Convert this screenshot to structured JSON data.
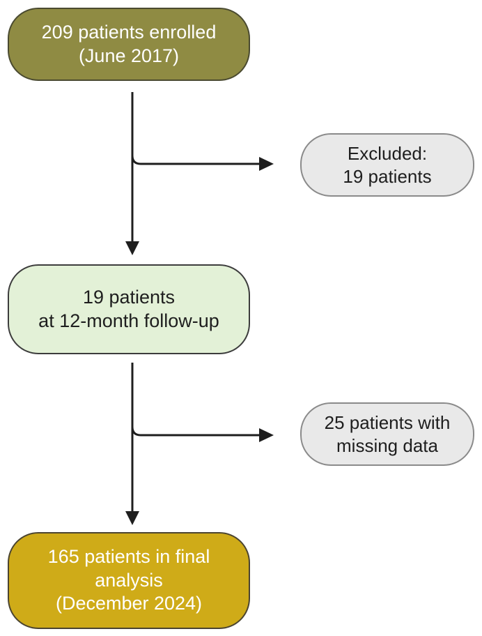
{
  "flowchart": {
    "enrolled": {
      "lines": [
        "209 patients enrolled",
        "(June 2017)"
      ],
      "fill": "#8f8b43"
    },
    "excluded": {
      "lines": [
        "Excluded:",
        "19 patients"
      ],
      "fill": "#e9e9e9"
    },
    "followup": {
      "lines": [
        "19 patients",
        "at 12-month follow-up"
      ],
      "fill": "#e3f1d7"
    },
    "missing": {
      "lines": [
        "25 patients with",
        "missing data"
      ],
      "fill": "#e9e9e9"
    },
    "final": {
      "lines": [
        "165 patients in final",
        "analysis",
        "(December 2024)"
      ],
      "fill": "#cfab18"
    }
  },
  "colors": {
    "arrow": "#1e1e1e",
    "background": "#ffffff"
  },
  "icons": [
    "arrow-down-icon",
    "arrow-right-icon"
  ]
}
